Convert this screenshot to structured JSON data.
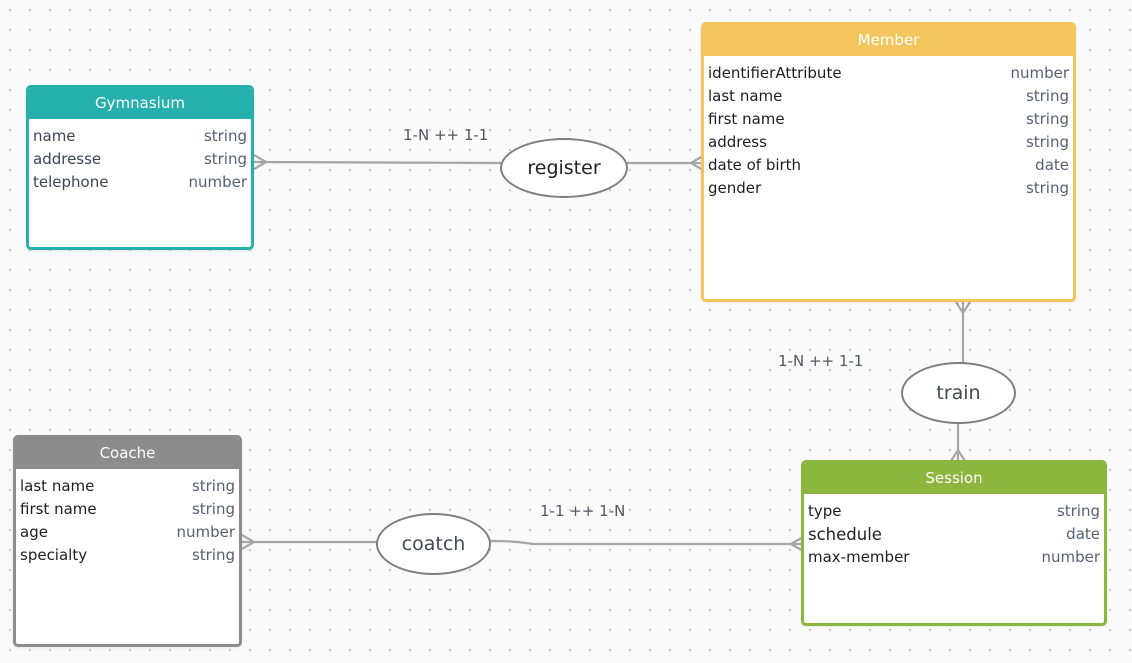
{
  "entities": {
    "gymnasium": {
      "title": "Gymnasium",
      "color": "#25b0ae",
      "attributes": [
        {
          "name": "name",
          "type": "string"
        },
        {
          "name": "addresse",
          "type": "string"
        },
        {
          "name": "telephone",
          "type": "number"
        }
      ]
    },
    "member": {
      "title": "Member",
      "color": "#f2c55d",
      "attributes": [
        {
          "name": "identifierAttribute",
          "type": "number"
        },
        {
          "name": "last name",
          "type": "string"
        },
        {
          "name": "first name",
          "type": "string"
        },
        {
          "name": "address",
          "type": "string"
        },
        {
          "name": "date of birth",
          "type": "date"
        },
        {
          "name": "gender",
          "type": "string"
        }
      ]
    },
    "coache": {
      "title": "Coache",
      "color": "#8c8c8c",
      "attributes": [
        {
          "name": "last name",
          "type": "string"
        },
        {
          "name": "first name",
          "type": "string"
        },
        {
          "name": "age",
          "type": "number"
        },
        {
          "name": "specialty",
          "type": "string"
        }
      ]
    },
    "session": {
      "title": "Session",
      "color": "#8db63e",
      "attributes": [
        {
          "name": "type",
          "type": "string"
        },
        {
          "name": "schedule",
          "type": "date"
        },
        {
          "name": "max-member",
          "type": "number"
        }
      ]
    }
  },
  "relations": {
    "register": {
      "label": "register",
      "cardinality": "1-N ++ 1-1"
    },
    "train": {
      "label": "train",
      "cardinality": "1-N ++ 1-1"
    },
    "coatch": {
      "label": "coatch",
      "cardinality": "1-1 ++ 1-N"
    }
  },
  "colors": {
    "line": "#a6a6a6",
    "grid_dot": "#c4c9cf",
    "background": "#fafafa"
  }
}
